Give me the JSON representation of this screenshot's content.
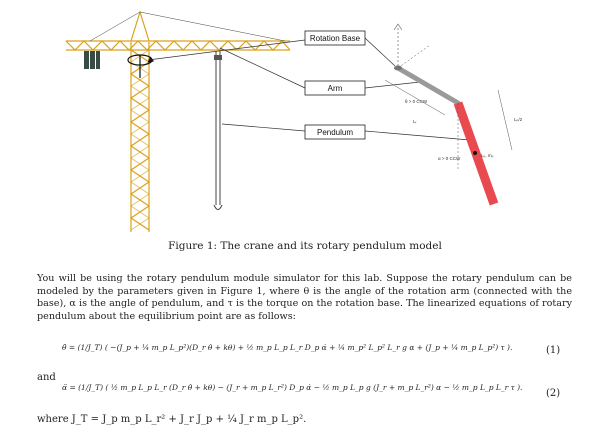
{
  "figure": {
    "labels": {
      "rotation_base": "Rotation Base",
      "arm": "Arm",
      "pendulum": "Pendulum"
    },
    "model_annotations": {
      "theta_ccw": "θ > 0 CCW",
      "alpha_ccw": "α > 0 CCW",
      "lp_half": "Lₚ/2",
      "lr": "Lᵣ",
      "lp_mp": "Lₚ, mₚ"
    }
  },
  "caption": "Figure 1: The crane and its rotary pendulum model",
  "paragraph": "You will be using the rotary pendulum module simulator for this lab. Suppose the rotary pendulum can be modeled by the parameters given in Figure 1, where θ is the angle of the rotation arm (connected with the base), α is the angle of pendulum, and τ is the torque on the rotation base. The linearized equations of rotary pendulum about the equilibrium point are as follows:",
  "equation1": "θ̈ = (1/J_T) ( −(J_p + ¼ m_p L_p²)(D_r θ̇ + kθ) + ½ m_p L_p L_r D_p α̇ + ¼ m_p² L_p² L_r g α + (J_p + ¼ m_p L_p²) τ ).",
  "equation1_number": "(1)",
  "and_text": "and",
  "equation2": "α̈ = (1/J_T) ( ½ m_p L_p L_r (D_r θ̇ + kθ) − (J_r + m_p L_r²) D_p α̇ − ½ m_p L_p g (J_r + m_p L_r²) α − ½ m_p L_p L_r τ ).",
  "equation2_number": "(2)",
  "where_text": "where J_T = J_p m_p L_r² + J_r J_p + ¼ J_r m_p L_p²."
}
